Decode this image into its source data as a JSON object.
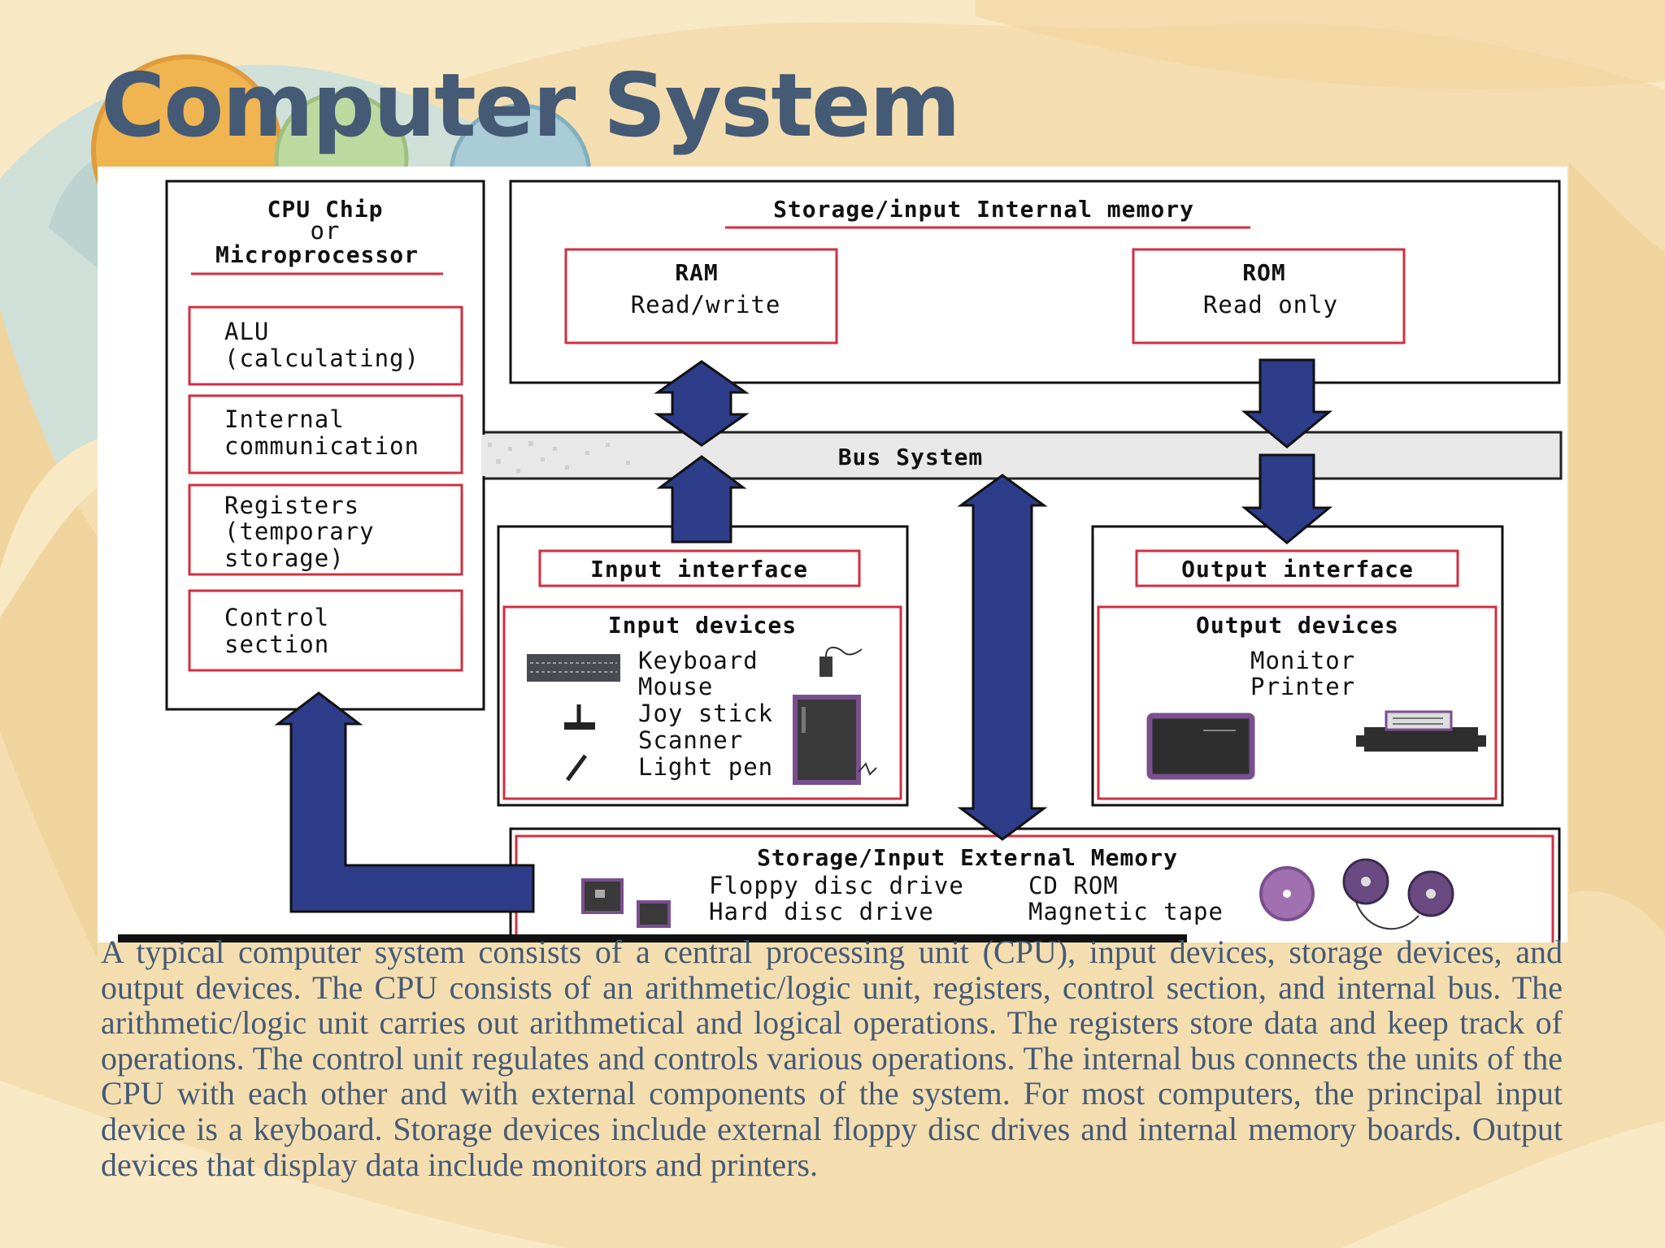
{
  "slide": {
    "title": "Computer System",
    "body": "A typical computer system consists of a central processing unit (CPU), input devices, storage devices, and output devices. The CPU consists of an arithmetic/logic unit, registers, control section, and internal bus. The arithmetic/logic unit carries out arithmetical and logical operations. The registers store data and keep track of operations. The control unit regulates and controls various operations. The internal bus connects the units of the CPU with each other and with external components of the system. For most computers, the principal input device is a keyboard. Storage devices include external floppy disc drives and internal memory boards. Output devices that display data include monitors and printers."
  },
  "diagram": {
    "cpu": {
      "title_line1": "CPU Chip",
      "title_line2": "or",
      "title_line3": "Microprocessor",
      "alu_line1": "ALU",
      "alu_line2": "(calculating)",
      "internal_line1": "Internal",
      "internal_line2": "communication",
      "registers_line1": "Registers",
      "registers_line2": "(temporary",
      "registers_line3": "storage)",
      "control_line1": "Control",
      "control_line2": "section"
    },
    "internal_memory": {
      "title": "Storage/input  Internal memory",
      "ram_title": "RAM",
      "ram_desc": "Read/write",
      "rom_title": "ROM",
      "rom_desc": "Read only"
    },
    "bus": {
      "label": "Bus System"
    },
    "input": {
      "interface": "Input interface",
      "devices_title": "Input devices",
      "items": [
        "Keyboard",
        "Mouse",
        "Joy stick",
        "Scanner",
        "Light pen"
      ]
    },
    "output": {
      "interface": "Output interface",
      "devices_title": "Output devices",
      "items": [
        "Monitor",
        "Printer"
      ]
    },
    "external_memory": {
      "title": "Storage/Input External Memory",
      "items": [
        "Floppy disc drive",
        "Hard disc drive",
        "CD ROM",
        "Magnetic tape"
      ]
    }
  },
  "colors": {
    "background": "#f4deb0",
    "title_text": "#455a75",
    "arrow_fill": "#2d3d8a",
    "box_red": "#d03040",
    "device_purple": "#7a4f8e"
  }
}
